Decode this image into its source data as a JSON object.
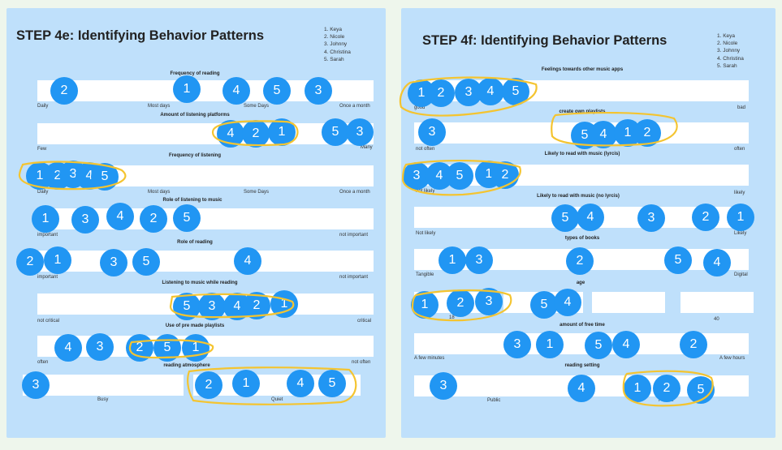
{
  "panel_left": {
    "title": "STEP 4e: Identifying Behavior Patterns",
    "legend": [
      "1. Keya",
      "2. Nicole",
      "3. Johnny",
      "4. Christina",
      "5. Sarah"
    ],
    "questions": [
      {
        "label": "Frequency of reading",
        "scale": [
          "Daily",
          "Most days",
          "Some Days",
          "Once a month"
        ]
      },
      {
        "label": "Amount of listening platforms",
        "scale": [
          "Few",
          "Many"
        ]
      },
      {
        "label": "Frequency of listening",
        "scale": [
          "Daily",
          "Most days",
          "Some Days",
          "Once a month"
        ]
      },
      {
        "label": "Role of listening to music",
        "scale": [
          "important",
          "not important"
        ]
      },
      {
        "label": "Role of reading",
        "scale": [
          "important",
          "not important"
        ]
      },
      {
        "label": "Listening to music while reading",
        "scale": [
          "not critical",
          "critical"
        ]
      },
      {
        "label": "Use of pre made playlists",
        "scale": [
          "often",
          "not often"
        ]
      },
      {
        "label": "reading atmosphere",
        "scale": [
          "Busy",
          "Quiet"
        ]
      }
    ],
    "markers": [
      [
        "2",
        "1",
        "4",
        "5",
        "3"
      ],
      [
        "4",
        "2",
        "1",
        "5",
        "3"
      ],
      [
        "1",
        "2",
        "3",
        "4",
        "5"
      ],
      [
        "1",
        "3",
        "4",
        "2",
        "5"
      ],
      [
        "2",
        "1",
        "3",
        "5",
        "4"
      ],
      [
        "5",
        "3",
        "4",
        "2",
        "1"
      ],
      [
        "4",
        "3",
        "2",
        "5",
        "1"
      ],
      [
        "3",
        "2",
        "1",
        "4",
        "5"
      ]
    ]
  },
  "panel_right": {
    "title": "STEP 4f:  Identifying Behavior Patterns",
    "legend": [
      "1. Keya",
      "2. Nicole",
      "3. Johnny",
      "4. Christina",
      "5. Sarah"
    ],
    "questions": [
      {
        "label": "Feelings towards other music apps",
        "scale": [
          "good",
          "bad"
        ]
      },
      {
        "label": "create own playlists",
        "scale": [
          "not often",
          "often"
        ]
      },
      {
        "label": "Likely to read with music (lyrcis)",
        "scale": [
          "not likely",
          "likely"
        ]
      },
      {
        "label": "Likely to read with music (no lyrcis)",
        "scale": [
          "Not likely",
          "Likely"
        ]
      },
      {
        "label": "types of books",
        "scale": [
          "Tangible",
          "Digital"
        ]
      },
      {
        "label": "age",
        "scale": [
          "18",
          "40"
        ]
      },
      {
        "label": "amount of free time",
        "scale": [
          "A few minutes",
          "A few hours"
        ]
      },
      {
        "label": "reading setting",
        "scale": [
          "Public",
          "Private"
        ]
      }
    ],
    "markers": [
      [
        "1",
        "2",
        "3",
        "4",
        "5"
      ],
      [
        "3",
        "5",
        "4",
        "1",
        "2"
      ],
      [
        "3",
        "4",
        "5",
        "1",
        "2"
      ],
      [
        "5",
        "4",
        "3",
        "2",
        "1"
      ],
      [
        "1",
        "3",
        "2",
        "5",
        "4"
      ],
      [
        "1",
        "2",
        "3",
        "5",
        "4"
      ],
      [
        "3",
        "1",
        "5",
        "4",
        "2"
      ],
      [
        "3",
        "4",
        "1",
        "2",
        "5"
      ]
    ]
  }
}
